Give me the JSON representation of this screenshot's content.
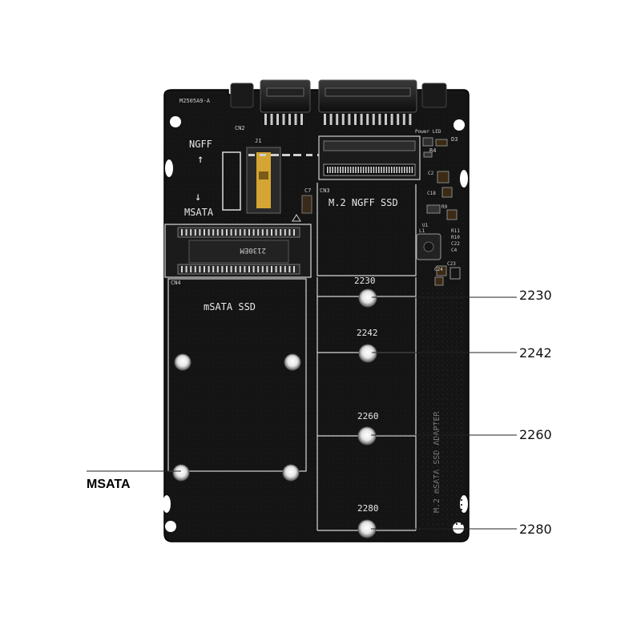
{
  "board": {
    "model_code": "M2505A9-A",
    "cn2": "CN2",
    "power_led": "Power LED",
    "d3": "D3",
    "r4": "R4",
    "j1": "J1",
    "c7": "C7",
    "cn3": "CN3",
    "cn4": "CN4",
    "ngff_label": "NGFF",
    "msata_switch_label": "MSATA",
    "m2_label": "M.2  NGFF SSD",
    "msata_ssd_label": "mSATA SSD",
    "msata_socket_text": "2130EM",
    "side_text": "M.2  mSATA SSD  ADAPTER",
    "c2": "C2",
    "c18": "C18",
    "r9": "R9",
    "u1": "U1",
    "l1": "L1",
    "r11": "R11",
    "r10": "R10",
    "c22": "C22",
    "c4": "C4",
    "c23": "C23",
    "c24": "C24",
    "mount_2230": "2230",
    "mount_2242": "2242",
    "mount_2260": "2260",
    "mount_2280": "2280"
  },
  "callouts": {
    "c2230": "2230",
    "c2242": "2242",
    "c2260": "2260",
    "c2280": "2280",
    "msata": "MSATA"
  },
  "colors": {
    "pcb": "#111111",
    "silkscreen": "#e8e8e8",
    "gold": "#d4a532",
    "metal": "#bfbfbf"
  }
}
